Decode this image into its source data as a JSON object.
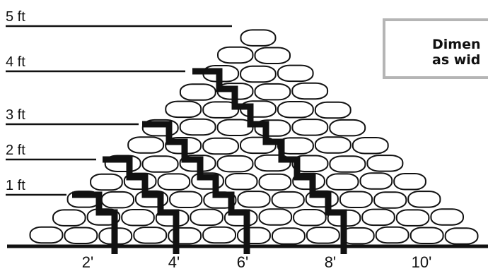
{
  "height_labels": [
    "5 ft",
    "4 ft",
    "3 ft",
    "2 ft",
    "1 ft"
  ],
  "width_labels": [
    "2'",
    "4'",
    "6'",
    "8'",
    "10'"
  ],
  "note": {
    "text": "Dimen\nas wid"
  },
  "colors": {
    "outline": "#111111",
    "note_border": "#b5b5b5",
    "background": "#ffffff"
  }
}
